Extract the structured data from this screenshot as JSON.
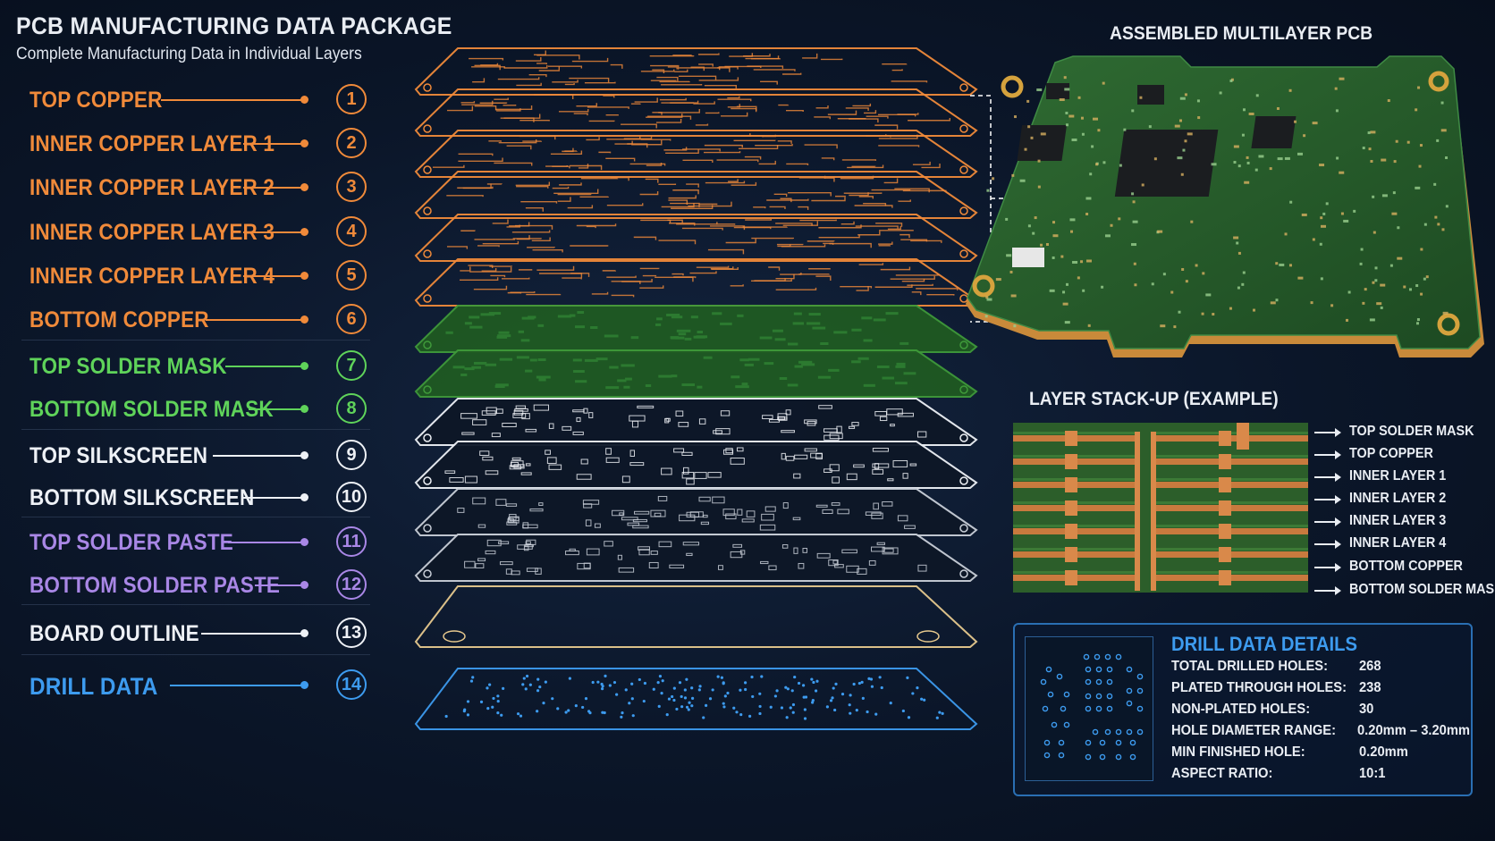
{
  "header": {
    "title": "PCB MANUFACTURING DATA PACKAGE",
    "subtitle": "Complete Manufacturing Data in Individual Layers"
  },
  "layers": [
    {
      "label": "TOP COPPER",
      "num": "1",
      "color": "#f08a3a"
    },
    {
      "label": "INNER COPPER LAYER 1",
      "num": "2",
      "color": "#f08a3a"
    },
    {
      "label": "INNER COPPER LAYER 2",
      "num": "3",
      "color": "#f08a3a"
    },
    {
      "label": "INNER COPPER LAYER 3",
      "num": "4",
      "color": "#f08a3a"
    },
    {
      "label": "INNER COPPER LAYER 4",
      "num": "5",
      "color": "#f08a3a"
    },
    {
      "label": "BOTTOM COPPER",
      "num": "6",
      "color": "#f08a3a"
    },
    {
      "label": "TOP SOLDER MASK",
      "num": "7",
      "color": "#5fd35a"
    },
    {
      "label": "BOTTOM SOLDER MASK",
      "num": "8",
      "color": "#5fd35a"
    },
    {
      "label": "TOP SILKSCREEN",
      "num": "9",
      "color": "#eef1f6"
    },
    {
      "label": "BOTTOM SILKSCREEN",
      "num": "10",
      "color": "#eef1f6"
    },
    {
      "label": "TOP SOLDER PASTE",
      "num": "11",
      "color": "#a987e6"
    },
    {
      "label": "BOTTOM SOLDER PASTE",
      "num": "12",
      "color": "#a987e6"
    },
    {
      "label": "BOARD OUTLINE",
      "num": "13",
      "color": "#eef1f6"
    },
    {
      "label": "DRILL DATA",
      "num": "14",
      "color": "#3d9bef"
    }
  ],
  "assembled": {
    "title": "ASSEMBLED MULTILAYER PCB"
  },
  "stackup": {
    "title": "LAYER STACK-UP (EXAMPLE)",
    "labels": [
      "TOP SOLDER MASK",
      "TOP COPPER",
      "INNER LAYER 1",
      "INNER LAYER 2",
      "INNER LAYER 3",
      "INNER LAYER 4",
      "BOTTOM COPPER",
      "BOTTOM SOLDER MASK"
    ]
  },
  "drill": {
    "title": "DRILL DATA DETAILS",
    "rows": [
      {
        "key": "TOTAL DRILLED HOLES:",
        "value": "268"
      },
      {
        "key": "PLATED THROUGH HOLES:",
        "value": "238"
      },
      {
        "key": "NON-PLATED HOLES:",
        "value": "30"
      },
      {
        "key": "HOLE DIAMETER RANGE:",
        "value": "0.20mm – 3.20mm"
      },
      {
        "key": "MIN FINISHED HOLE:",
        "value": "0.20mm"
      },
      {
        "key": "ASPECT RATIO:",
        "value": "10:1"
      }
    ]
  },
  "colors": {
    "copper": "#f08a3a",
    "mask": "#5fd35a",
    "silk": "#eef1f6",
    "paste": "#a987e6",
    "drill": "#3d9bef",
    "background": "#0a1426"
  }
}
